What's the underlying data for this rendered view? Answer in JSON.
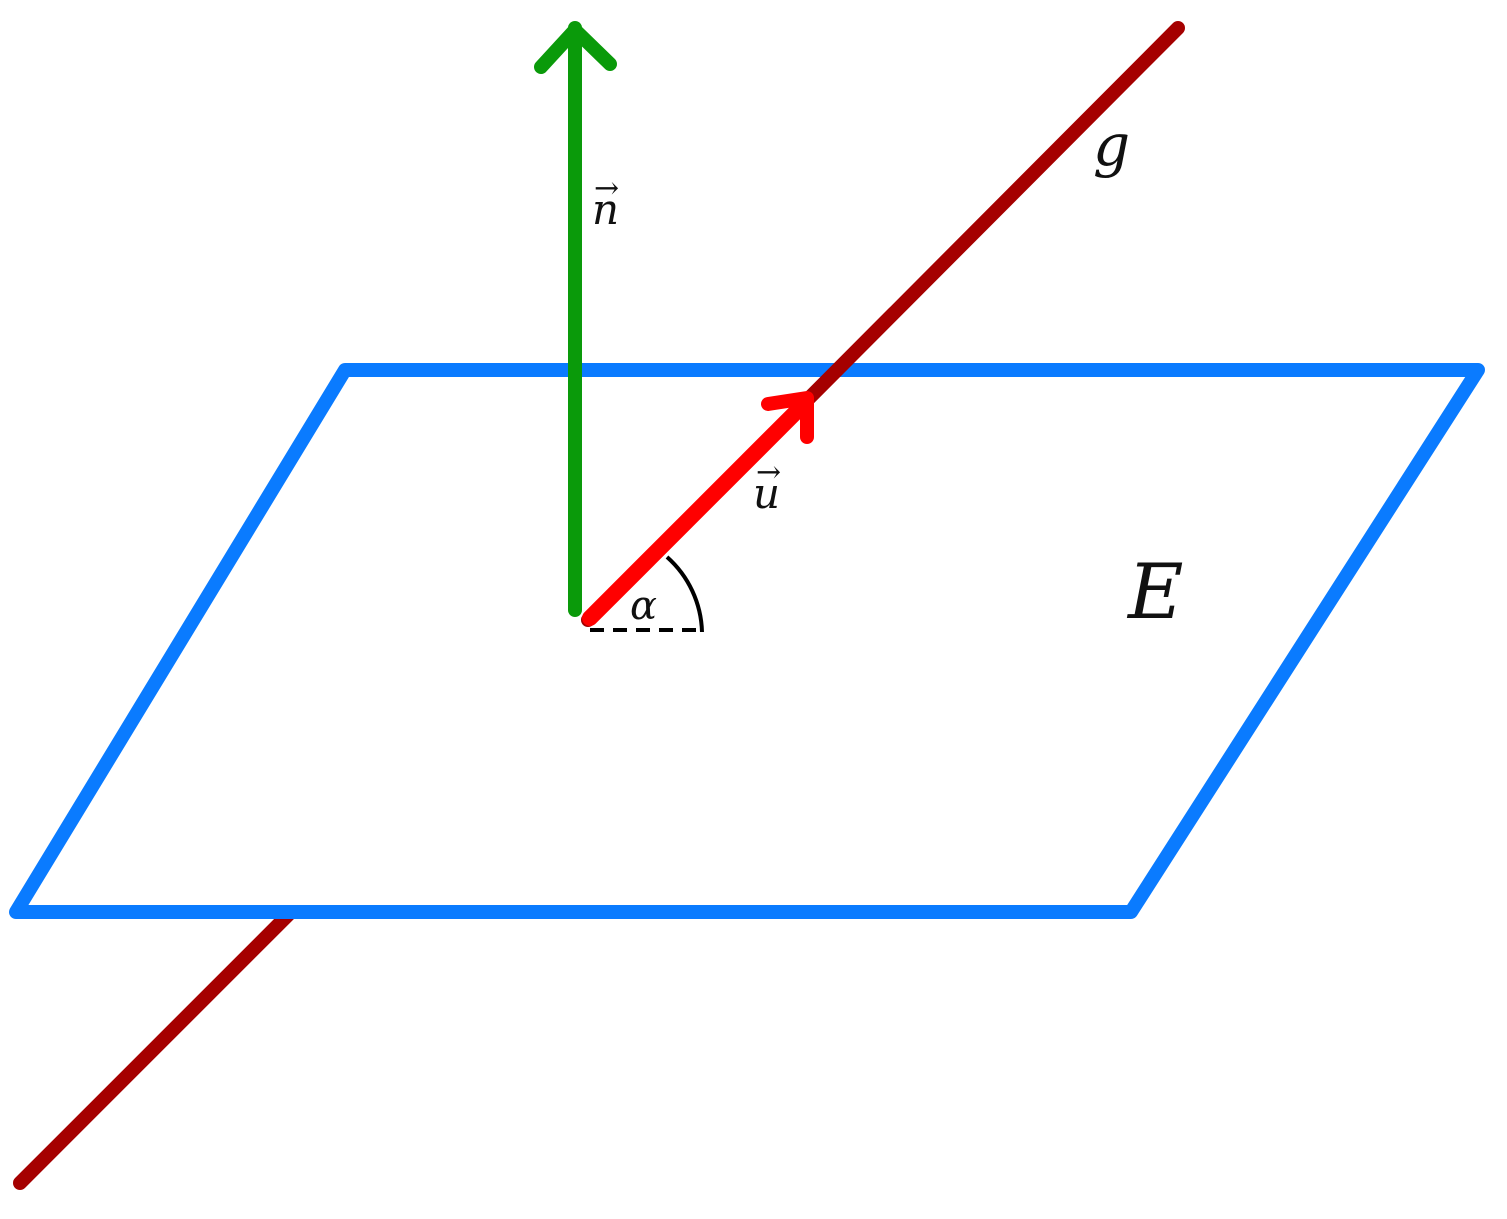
{
  "labels": {
    "line": "g",
    "plane": "E",
    "normal_vector": "n",
    "direction_vector": "u",
    "angle": "α",
    "vector_arrow": "⃗"
  },
  "colors": {
    "plane": "#0a7bff",
    "line": "#a50000",
    "direction_vector": "#ff0000",
    "normal_vector": "#0a9a0a",
    "angle_marks": "#000000"
  }
}
